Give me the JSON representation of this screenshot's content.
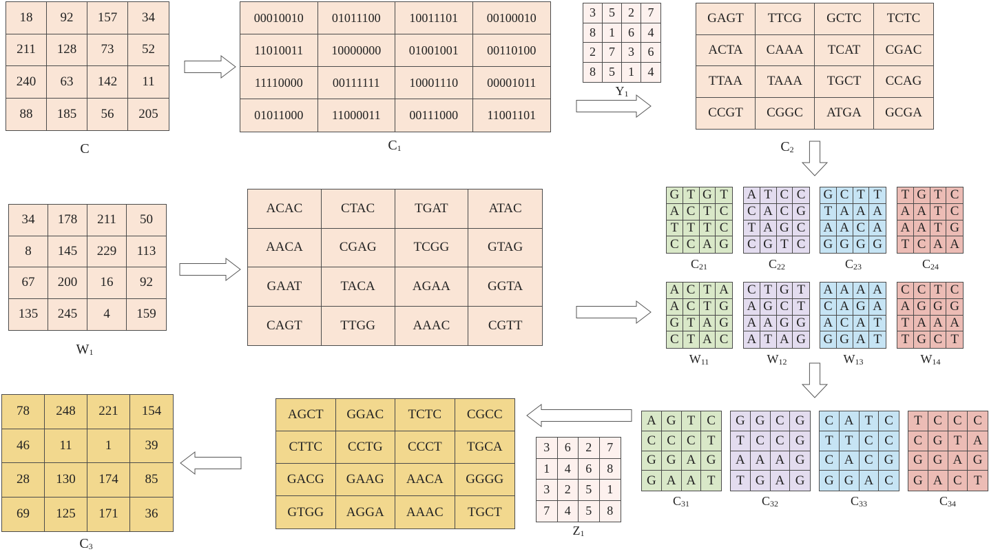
{
  "grids": {
    "C": {
      "label": "C",
      "sub": "",
      "cells": [
        [
          "18",
          "92",
          "157",
          "34"
        ],
        [
          "211",
          "128",
          "73",
          "52"
        ],
        [
          "240",
          "63",
          "142",
          "11"
        ],
        [
          "88",
          "185",
          "56",
          "205"
        ]
      ]
    },
    "C1": {
      "label": "C",
      "sub": "1",
      "cells": [
        [
          "00010010",
          "01011100",
          "10011101",
          "00100010"
        ],
        [
          "11010011",
          "10000000",
          "01001001",
          "00110100"
        ],
        [
          "11110000",
          "00111111",
          "10001110",
          "00001011"
        ],
        [
          "01011000",
          "11000011",
          "00111000",
          "11001101"
        ]
      ]
    },
    "Y1": {
      "label": "Y",
      "sub": "1",
      "cells": [
        [
          "3",
          "5",
          "2",
          "7"
        ],
        [
          "8",
          "1",
          "6",
          "4"
        ],
        [
          "2",
          "7",
          "3",
          "6"
        ],
        [
          "8",
          "5",
          "1",
          "4"
        ]
      ]
    },
    "C2": {
      "label": "C",
      "sub": "2",
      "cells": [
        [
          "GAGT",
          "TTCG",
          "GCTC",
          "TCTC"
        ],
        [
          "ACTA",
          "CAAA",
          "TCAT",
          "CGAC"
        ],
        [
          "TTAA",
          "TAAA",
          "TGCT",
          "CCAG"
        ],
        [
          "CCGT",
          "CGGC",
          "ATGA",
          "GCGA"
        ]
      ]
    },
    "C21": {
      "label": "C",
      "sub": "21",
      "cells": [
        [
          "G",
          "T",
          "G",
          "T"
        ],
        [
          "A",
          "C",
          "T",
          "C"
        ],
        [
          "T",
          "T",
          "T",
          "C"
        ],
        [
          "C",
          "C",
          "A",
          "G"
        ]
      ]
    },
    "C22": {
      "label": "C",
      "sub": "22",
      "cells": [
        [
          "A",
          "T",
          "C",
          "C"
        ],
        [
          "C",
          "A",
          "C",
          "G"
        ],
        [
          "T",
          "A",
          "G",
          "C"
        ],
        [
          "C",
          "G",
          "T",
          "C"
        ]
      ]
    },
    "C23": {
      "label": "C",
      "sub": "23",
      "cells": [
        [
          "G",
          "C",
          "T",
          "T"
        ],
        [
          "T",
          "A",
          "A",
          "A"
        ],
        [
          "A",
          "A",
          "C",
          "A"
        ],
        [
          "G",
          "G",
          "G",
          "G"
        ]
      ]
    },
    "C24": {
      "label": "C",
      "sub": "24",
      "cells": [
        [
          "T",
          "G",
          "T",
          "C"
        ],
        [
          "A",
          "A",
          "T",
          "C"
        ],
        [
          "A",
          "A",
          "T",
          "G"
        ],
        [
          "T",
          "C",
          "A",
          "A"
        ]
      ]
    },
    "W1": {
      "label": "W",
      "sub": "1",
      "cells": [
        [
          "34",
          "178",
          "211",
          "50"
        ],
        [
          "8",
          "145",
          "229",
          "113"
        ],
        [
          "67",
          "200",
          "16",
          "92"
        ],
        [
          "135",
          "245",
          "4",
          "159"
        ]
      ]
    },
    "WDNA": {
      "label": "",
      "sub": "",
      "cells": [
        [
          "ACAC",
          "CTAC",
          "TGAT",
          "ATAC"
        ],
        [
          "AACA",
          "CGAG",
          "TCGG",
          "GTAG"
        ],
        [
          "GAAT",
          "TACA",
          "AGAA",
          "GGTA"
        ],
        [
          "CAGT",
          "TTGG",
          "AAAC",
          "CGTT"
        ]
      ]
    },
    "W11": {
      "label": "W",
      "sub": "11",
      "cells": [
        [
          "A",
          "C",
          "T",
          "A"
        ],
        [
          "A",
          "C",
          "T",
          "G"
        ],
        [
          "G",
          "T",
          "A",
          "G"
        ],
        [
          "C",
          "T",
          "A",
          "C"
        ]
      ]
    },
    "W12": {
      "label": "W",
      "sub": "12",
      "cells": [
        [
          "C",
          "T",
          "G",
          "T"
        ],
        [
          "A",
          "G",
          "C",
          "T"
        ],
        [
          "A",
          "A",
          "G",
          "G"
        ],
        [
          "A",
          "T",
          "A",
          "G"
        ]
      ]
    },
    "W13": {
      "label": "W",
      "sub": "13",
      "cells": [
        [
          "A",
          "A",
          "A",
          "A"
        ],
        [
          "C",
          "A",
          "G",
          "A"
        ],
        [
          "A",
          "C",
          "A",
          "T"
        ],
        [
          "G",
          "G",
          "A",
          "T"
        ]
      ]
    },
    "W14": {
      "label": "W",
      "sub": "14",
      "cells": [
        [
          "C",
          "C",
          "T",
          "C"
        ],
        [
          "A",
          "G",
          "G",
          "G"
        ],
        [
          "T",
          "A",
          "A",
          "A"
        ],
        [
          "T",
          "G",
          "C",
          "T"
        ]
      ]
    },
    "C31": {
      "label": "C",
      "sub": "31",
      "cells": [
        [
          "A",
          "G",
          "T",
          "C"
        ],
        [
          "C",
          "C",
          "C",
          "T"
        ],
        [
          "G",
          "G",
          "A",
          "G"
        ],
        [
          "G",
          "A",
          "A",
          "T"
        ]
      ]
    },
    "C32": {
      "label": "C",
      "sub": "32",
      "cells": [
        [
          "G",
          "G",
          "C",
          "G"
        ],
        [
          "T",
          "C",
          "C",
          "G"
        ],
        [
          "A",
          "A",
          "A",
          "G"
        ],
        [
          "T",
          "G",
          "A",
          "G"
        ]
      ]
    },
    "C33": {
      "label": "C",
      "sub": "33",
      "cells": [
        [
          "C",
          "A",
          "T",
          "C"
        ],
        [
          "T",
          "T",
          "C",
          "C"
        ],
        [
          "C",
          "A",
          "C",
          "G"
        ],
        [
          "G",
          "G",
          "A",
          "C"
        ]
      ]
    },
    "C34": {
      "label": "C",
      "sub": "34",
      "cells": [
        [
          "T",
          "C",
          "C",
          "C"
        ],
        [
          "C",
          "G",
          "T",
          "A"
        ],
        [
          "G",
          "G",
          "A",
          "G"
        ],
        [
          "G",
          "A",
          "C",
          "T"
        ]
      ]
    },
    "Z1": {
      "label": "Z",
      "sub": "1",
      "cells": [
        [
          "3",
          "6",
          "2",
          "7"
        ],
        [
          "1",
          "4",
          "6",
          "8"
        ],
        [
          "3",
          "2",
          "5",
          "1"
        ],
        [
          "7",
          "4",
          "5",
          "8"
        ]
      ]
    },
    "CDNA": {
      "label": "",
      "sub": "",
      "cells": [
        [
          "AGCT",
          "GGAC",
          "TCTC",
          "CGCC"
        ],
        [
          "CTTC",
          "CCTG",
          "CCCT",
          "TGCA"
        ],
        [
          "GACG",
          "GAAG",
          "AACA",
          "GGGG"
        ],
        [
          "GTGG",
          "AGGA",
          "AAAC",
          "TGCT"
        ]
      ]
    },
    "C3": {
      "label": "C",
      "sub": "3",
      "cells": [
        [
          "78",
          "248",
          "221",
          "154"
        ],
        [
          "46",
          "11",
          "1",
          "39"
        ],
        [
          "28",
          "130",
          "174",
          "85"
        ],
        [
          "69",
          "125",
          "171",
          "36"
        ]
      ]
    }
  },
  "colors": {
    "peach": "#fae5d6",
    "pale": "#fdf1ee",
    "gold": "#f2d88e",
    "green": "#d9e8c8",
    "purple": "#e3dcef",
    "blue": "#c6e4f4",
    "red": "#ecbcb5",
    "border": "#4a4a4a"
  },
  "arrows": [
    {
      "name": "arrow-c-to-c1",
      "direction": "right"
    },
    {
      "name": "arrow-y1-to-c2",
      "direction": "right"
    },
    {
      "name": "arrow-c2-to-split",
      "direction": "down"
    },
    {
      "name": "arrow-w1-to-wdna",
      "direction": "right"
    },
    {
      "name": "arrow-wdna-to-split",
      "direction": "right"
    },
    {
      "name": "arrow-split-to-c3x",
      "direction": "down"
    },
    {
      "name": "arrow-c3x-to-cdna",
      "direction": "left"
    },
    {
      "name": "arrow-cdna-to-c3",
      "direction": "left"
    }
  ]
}
